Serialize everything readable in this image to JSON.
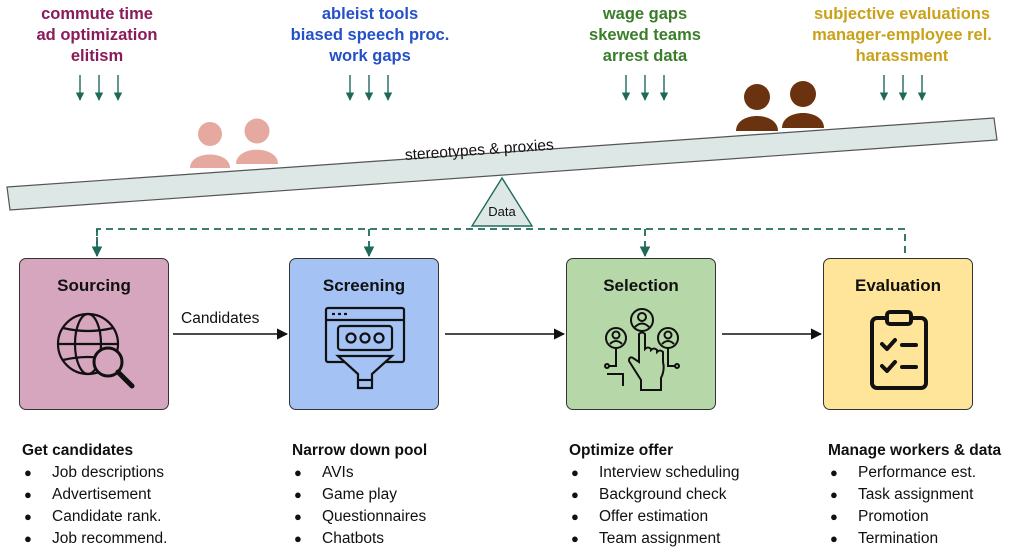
{
  "bias_groups": [
    {
      "color": "#8a1a5a",
      "lines": [
        "commute time",
        "ad optimization",
        "elitism"
      ]
    },
    {
      "color": "#2450c8",
      "lines": [
        "ableist tools",
        "biased speech proc.",
        "work gaps"
      ]
    },
    {
      "color": "#3a7d2a",
      "lines": [
        "wage gaps",
        "skewed teams",
        "arrest data"
      ]
    },
    {
      "color": "#c9a11a",
      "lines": [
        "subjective evaluations",
        "manager-employee rel.",
        "harassment"
      ]
    }
  ],
  "seesaw_label": "stereotypes & proxies",
  "fulcrum_label": "Data",
  "stages": [
    {
      "title": "Sourcing",
      "fill": "#d5a6bd",
      "icon": "globe-search-icon"
    },
    {
      "title": "Screening",
      "fill": "#a4c2f4",
      "icon": "funnel-screen-icon"
    },
    {
      "title": "Selection",
      "fill": "#b6d7a8",
      "icon": "hand-select-people-icon"
    },
    {
      "title": "Evaluation",
      "fill": "#ffe599",
      "icon": "clipboard-checklist-icon"
    }
  ],
  "flow_label": "Candidates",
  "descriptions": [
    {
      "title": "Get candidates",
      "items": [
        "Job descriptions",
        "Advertisement",
        "Candidate rank.",
        "Job recommend."
      ]
    },
    {
      "title": "Narrow down pool",
      "items": [
        "AVIs",
        "Game play",
        "Questionnaires",
        "Chatbots"
      ]
    },
    {
      "title": "Optimize offer",
      "items": [
        "Interview scheduling",
        "Background check",
        "Offer estimation",
        "Team assignment"
      ]
    },
    {
      "title": "Manage workers & data",
      "items": [
        "Performance est.",
        "Task assignment",
        "Promotion",
        "Termination"
      ]
    }
  ],
  "colors": {
    "arrow": "#1e6a5a",
    "people_light": "#e6a9a0",
    "people_dark": "#6b3210"
  }
}
